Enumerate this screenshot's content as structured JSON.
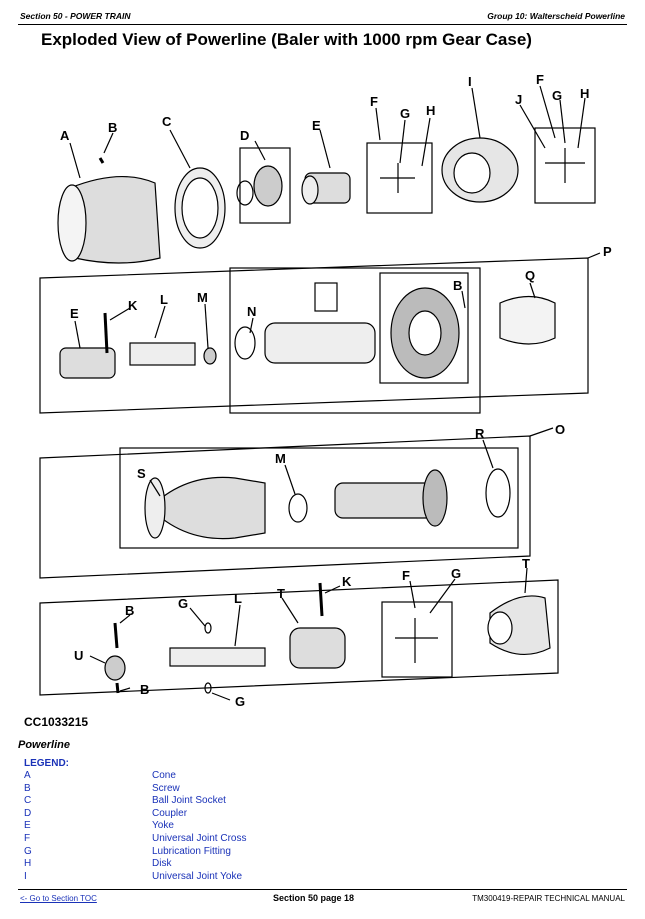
{
  "header": {
    "left": "Section 50 - POWER TRAIN",
    "right": "Group 10: Walterscheid Powerline"
  },
  "title": "Exploded View of Powerline (Baler with 1000 rpm Gear Case)",
  "figure": {
    "id": "CC1033215",
    "labels": {
      "row1": [
        "A",
        "B",
        "C",
        "D",
        "E",
        "F",
        "G",
        "H",
        "I",
        "J",
        "F",
        "G",
        "H"
      ],
      "row2": [
        "P",
        "E",
        "K",
        "L",
        "M",
        "N",
        "B",
        "Q"
      ],
      "row3": [
        "O",
        "R",
        "S",
        "M"
      ],
      "row4": [
        "F",
        "G",
        "T",
        "K",
        "B",
        "G",
        "L",
        "U",
        "B",
        "G",
        "T"
      ]
    }
  },
  "caption": "Powerline",
  "legend_title": "LEGEND:",
  "legend": [
    {
      "key": "A",
      "value": "Cone"
    },
    {
      "key": "B",
      "value": "Screw"
    },
    {
      "key": "C",
      "value": "Ball Joint Socket"
    },
    {
      "key": "D",
      "value": "Coupler"
    },
    {
      "key": "E",
      "value": "Yoke"
    },
    {
      "key": "F",
      "value": "Universal Joint Cross"
    },
    {
      "key": "G",
      "value": "Lubrication Fitting"
    },
    {
      "key": "H",
      "value": "Disk"
    },
    {
      "key": "I",
      "value": "Universal Joint Yoke"
    }
  ],
  "footer": {
    "left": "<- Go to Section TOC",
    "center": "Section 50 page 18",
    "right": "TM300419-REPAIR TECHNICAL MANUAL"
  },
  "colors": {
    "link": "#1a32b8",
    "line": "#000000"
  }
}
